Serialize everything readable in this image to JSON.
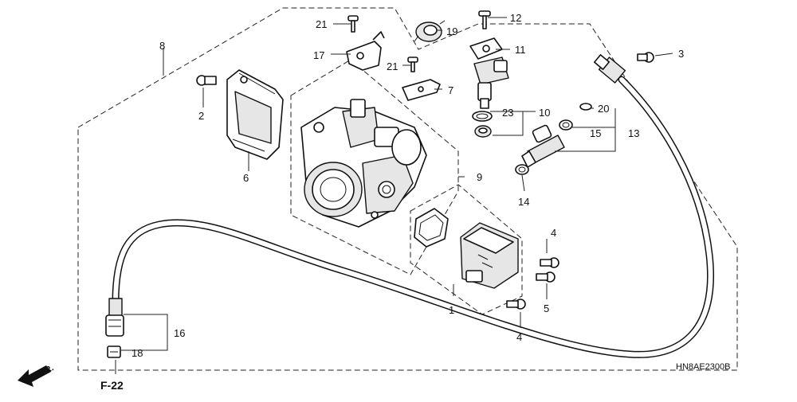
{
  "diagram": {
    "callouts": [
      {
        "id": "c1",
        "text": "1"
      },
      {
        "id": "c2",
        "text": "2"
      },
      {
        "id": "c3",
        "text": "3"
      },
      {
        "id": "c4a",
        "text": "4"
      },
      {
        "id": "c4b",
        "text": "4"
      },
      {
        "id": "c5",
        "text": "5"
      },
      {
        "id": "c6",
        "text": "6"
      },
      {
        "id": "c7",
        "text": "7"
      },
      {
        "id": "c8",
        "text": "8"
      },
      {
        "id": "c9",
        "text": "9"
      },
      {
        "id": "c10",
        "text": "10"
      },
      {
        "id": "c11",
        "text": "11"
      },
      {
        "id": "c12",
        "text": "12"
      },
      {
        "id": "c13",
        "text": "13"
      },
      {
        "id": "c14",
        "text": "14"
      },
      {
        "id": "c15",
        "text": "15"
      },
      {
        "id": "c16",
        "text": "16"
      },
      {
        "id": "c17",
        "text": "17"
      },
      {
        "id": "c18",
        "text": "18"
      },
      {
        "id": "c19",
        "text": "19"
      },
      {
        "id": "c20",
        "text": "20"
      },
      {
        "id": "c21a",
        "text": "21"
      },
      {
        "id": "c21b",
        "text": "21"
      },
      {
        "id": "c23",
        "text": "23"
      }
    ],
    "diagram_code": "HN8AE2300B",
    "reference": "F-22",
    "direction": "FR."
  }
}
